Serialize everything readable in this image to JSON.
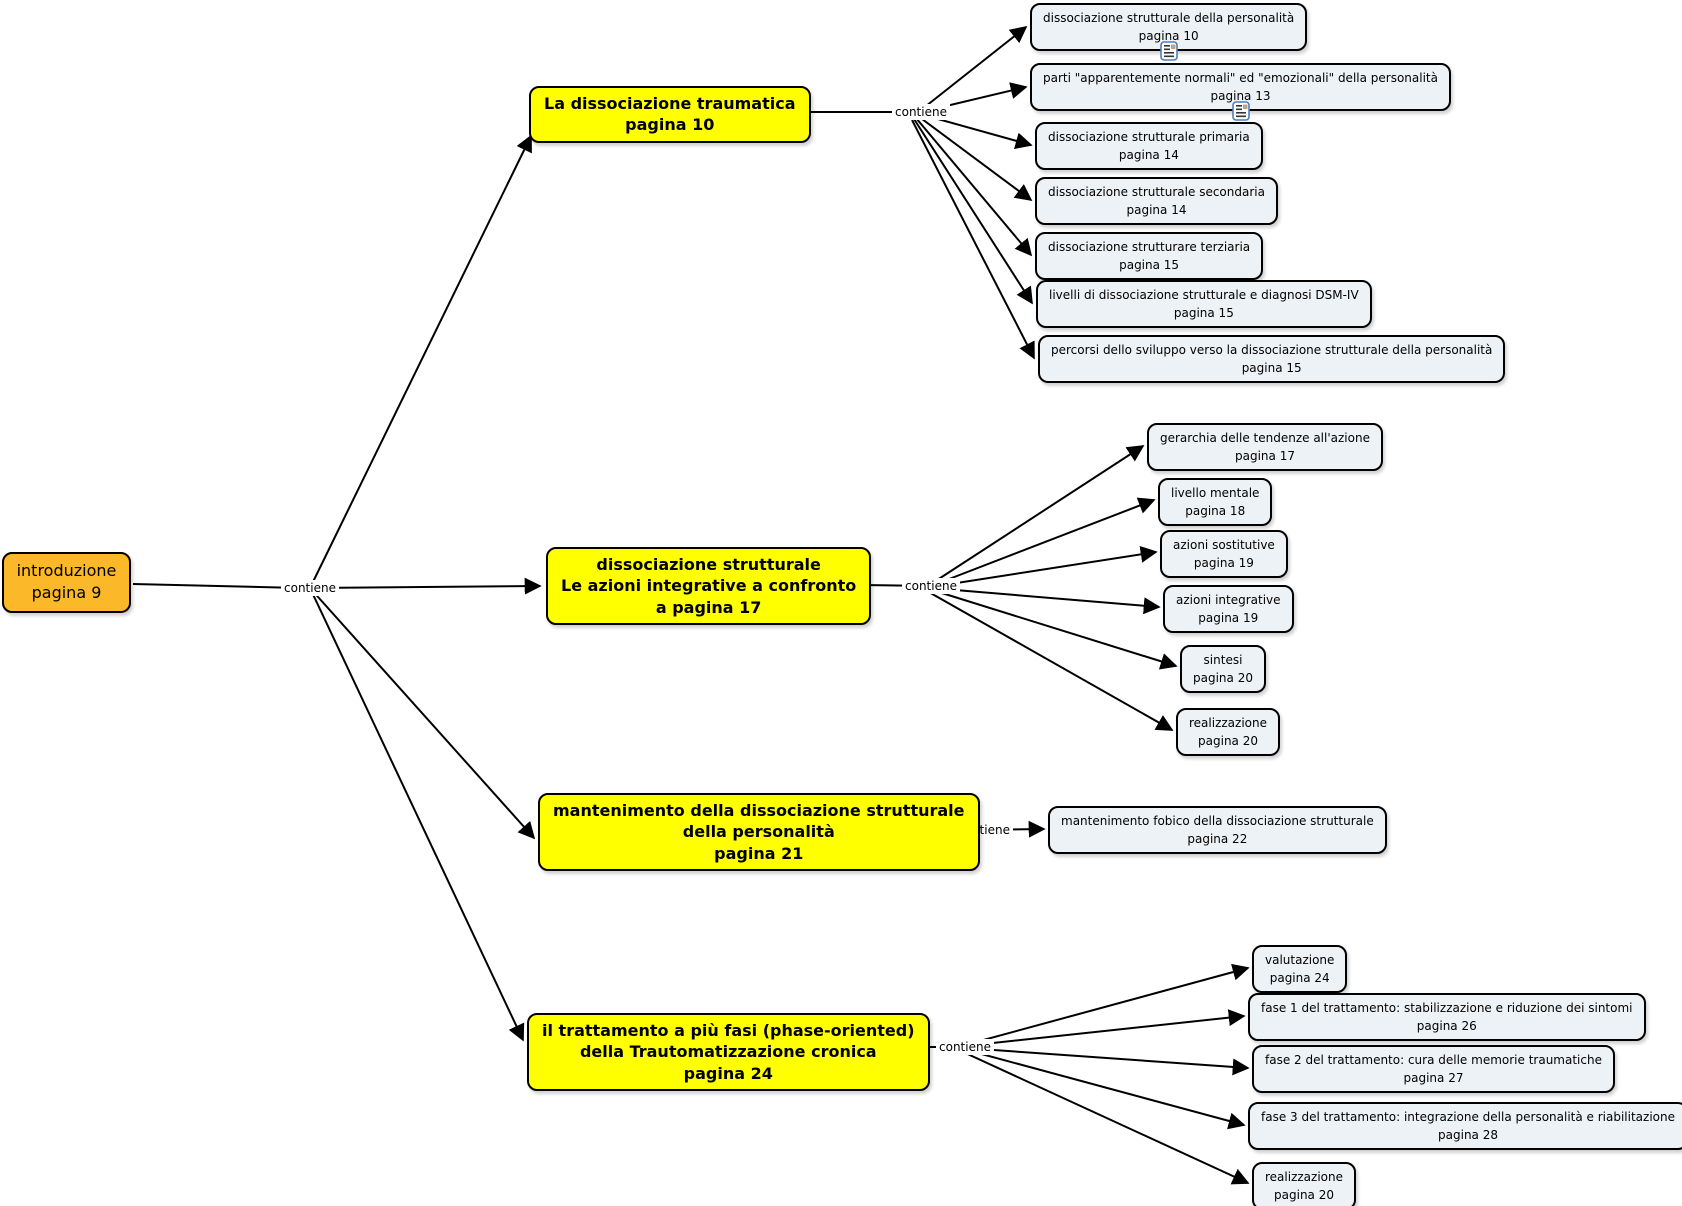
{
  "link_label": "contiene",
  "colors": {
    "root_fill": "#FBB829",
    "topic_fill": "#FFFF00",
    "leaf_fill": "#EDF2F6",
    "border": "#000000",
    "resource_icon_blue": "#4D7EBF"
  },
  "root": {
    "lines": [
      "introduzione",
      "pagina 9"
    ]
  },
  "groups": [
    {
      "topic": {
        "lines": [
          "La dissociazione traumatica",
          "pagina 10"
        ]
      },
      "leaves": [
        {
          "lines": [
            "dissociazione strutturale della personalità",
            "pagina 10"
          ],
          "has_resource_icon": true
        },
        {
          "lines": [
            "parti \"apparentemente normali\" ed \"emozionali\" della personalità",
            "pagina 13"
          ],
          "has_resource_icon": true
        },
        {
          "lines": [
            "dissociazione strutturale primaria",
            "pagina 14"
          ],
          "has_resource_icon": false
        },
        {
          "lines": [
            "dissociazione strutturale secondaria",
            "pagina 14"
          ],
          "has_resource_icon": false
        },
        {
          "lines": [
            "dissociazione strutturare terziaria",
            "pagina 15"
          ],
          "has_resource_icon": false
        },
        {
          "lines": [
            "livelli di dissociazione strutturale e diagnosi DSM-IV",
            "pagina 15"
          ],
          "has_resource_icon": false
        },
        {
          "lines": [
            "percorsi dello sviluppo verso la dissociazione strutturale della personalità",
            "pagina 15"
          ],
          "has_resource_icon": false
        }
      ]
    },
    {
      "topic": {
        "lines": [
          "dissociazione strutturale",
          "Le azioni integrative a confronto",
          "a pagina 17"
        ]
      },
      "leaves": [
        {
          "lines": [
            "gerarchia delle tendenze all'azione",
            "pagina 17"
          ],
          "has_resource_icon": false
        },
        {
          "lines": [
            "livello mentale",
            "pagina 18"
          ],
          "has_resource_icon": false
        },
        {
          "lines": [
            "azioni sostitutive",
            "pagina 19"
          ],
          "has_resource_icon": false
        },
        {
          "lines": [
            "azioni integrative",
            "pagina 19"
          ],
          "has_resource_icon": false
        },
        {
          "lines": [
            "sintesi",
            "pagina 20"
          ],
          "has_resource_icon": false
        },
        {
          "lines": [
            "realizzazione",
            "pagina 20"
          ],
          "has_resource_icon": false
        }
      ]
    },
    {
      "topic": {
        "lines": [
          "mantenimento della dissociazione strutturale",
          "della personalità",
          "pagina 21"
        ]
      },
      "leaves": [
        {
          "lines": [
            "mantenimento fobico della dissociazione strutturale",
            "pagina 22"
          ],
          "has_resource_icon": false
        }
      ]
    },
    {
      "topic": {
        "lines": [
          "il trattamento a più fasi (phase-oriented)",
          "della Trautomatizzazione cronica",
          "pagina 24"
        ]
      },
      "leaves": [
        {
          "lines": [
            "valutazione",
            "pagina 24"
          ],
          "has_resource_icon": false
        },
        {
          "lines": [
            "fase 1 del trattamento: stabilizzazione e riduzione dei sintomi",
            "pagina 26"
          ],
          "has_resource_icon": false
        },
        {
          "lines": [
            "fase 2 del trattamento: cura delle memorie traumatiche",
            "pagina 27"
          ],
          "has_resource_icon": false
        },
        {
          "lines": [
            "fase 3 del trattamento: integrazione della personalità e riabilitazione",
            "pagina 28"
          ],
          "has_resource_icon": false
        },
        {
          "lines": [
            "realizzazione",
            "pagina 20"
          ],
          "has_resource_icon": false
        }
      ]
    }
  ]
}
